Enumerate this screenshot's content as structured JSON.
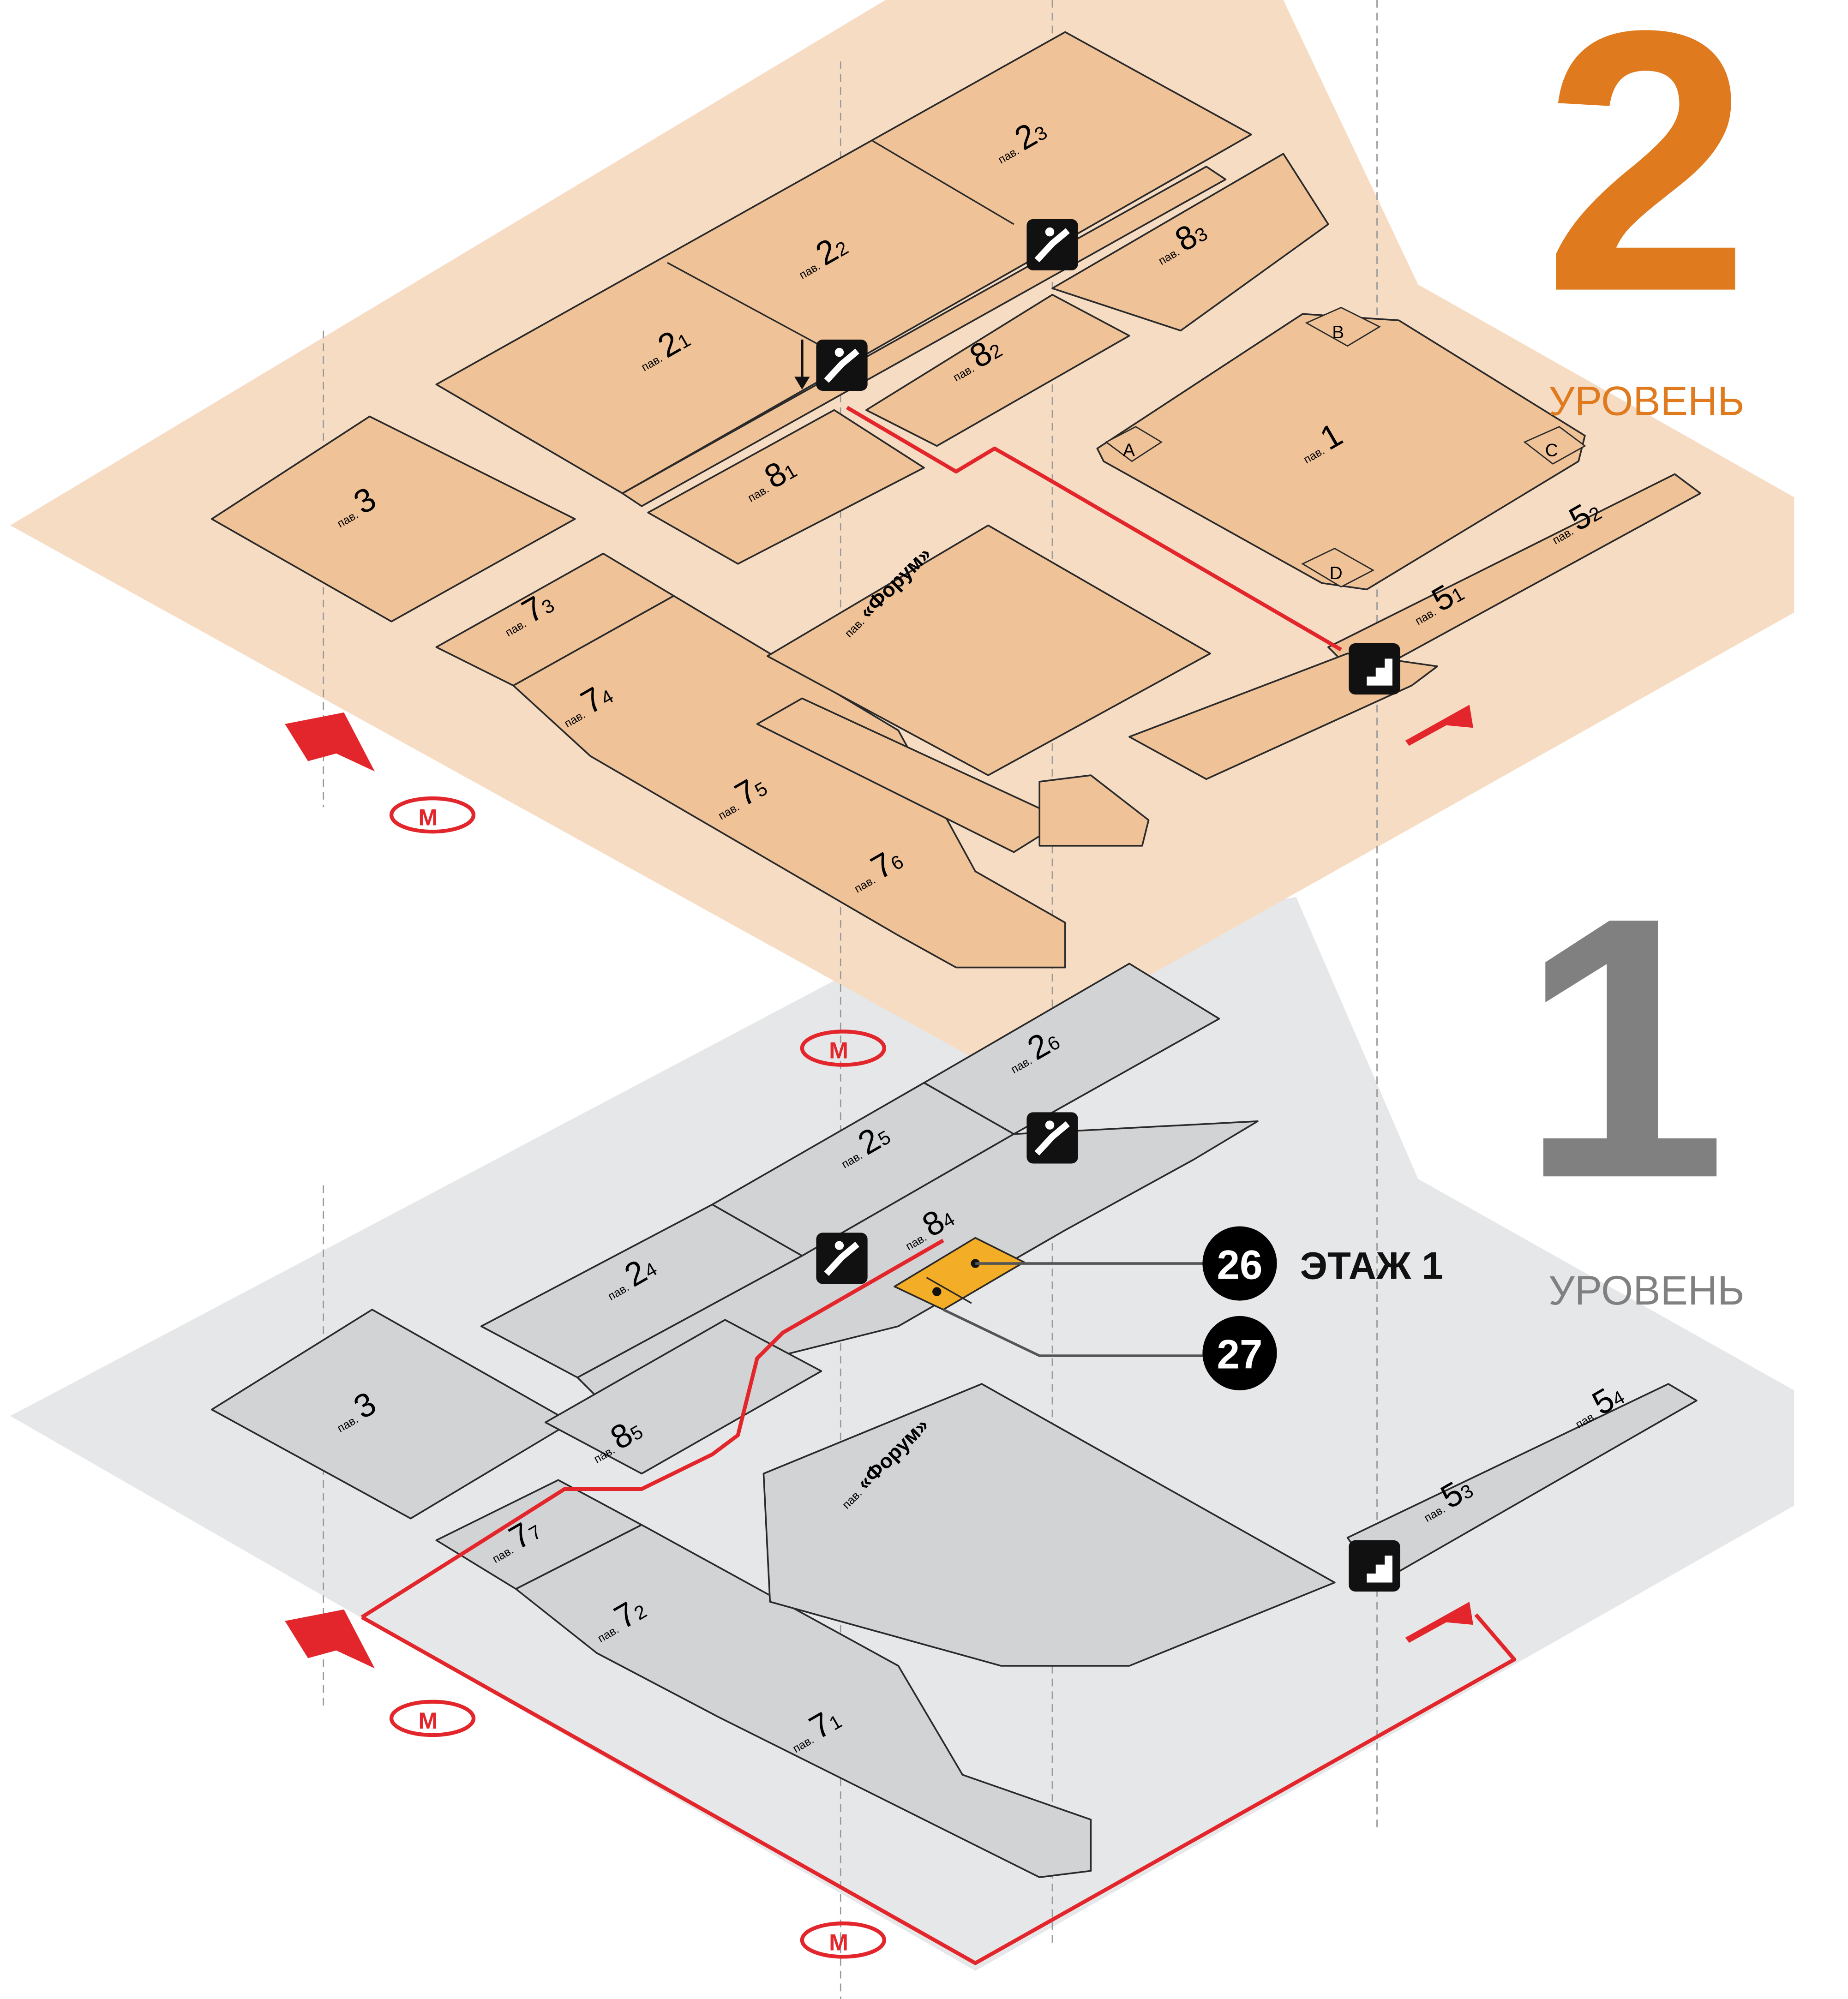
{
  "levels": {
    "level2": {
      "number": "2",
      "label": "УРОВЕНЬ",
      "color": "#e07a1f"
    },
    "level1": {
      "number": "1",
      "label": "УРОВЕНЬ",
      "color": "#808080"
    }
  },
  "pav_prefix": "пав.",
  "level2_pavilions": [
    {
      "num": "2",
      "sub": "3"
    },
    {
      "num": "2",
      "sub": "2"
    },
    {
      "num": "2",
      "sub": "1"
    },
    {
      "num": "8",
      "sub": "3"
    },
    {
      "num": "8",
      "sub": "2"
    },
    {
      "num": "8",
      "sub": "1"
    },
    {
      "num": "3",
      "sub": ""
    },
    {
      "num": "1",
      "sub": ""
    },
    {
      "num": "5",
      "sub": "1"
    },
    {
      "num": "5",
      "sub": "2"
    },
    {
      "num": "7",
      "sub": "3"
    },
    {
      "num": "7",
      "sub": "4"
    },
    {
      "num": "7",
      "sub": "5"
    },
    {
      "num": "7",
      "sub": "6"
    },
    {
      "num": "«Форум»",
      "sub": ""
    }
  ],
  "level2_corners": [
    "A",
    "B",
    "C",
    "D"
  ],
  "level1_pavilions": [
    {
      "num": "2",
      "sub": "6"
    },
    {
      "num": "2",
      "sub": "5"
    },
    {
      "num": "2",
      "sub": "4"
    },
    {
      "num": "8",
      "sub": "4"
    },
    {
      "num": "8",
      "sub": "5"
    },
    {
      "num": "3",
      "sub": ""
    },
    {
      "num": "7",
      "sub": "7"
    },
    {
      "num": "7",
      "sub": "2"
    },
    {
      "num": "7",
      "sub": "1"
    },
    {
      "num": "5",
      "sub": "3"
    },
    {
      "num": "5",
      "sub": "4"
    },
    {
      "num": "«Форум»",
      "sub": ""
    }
  ],
  "callouts": [
    {
      "number": "26",
      "label": "ЭТАЖ 1"
    },
    {
      "number": "27",
      "label": ""
    }
  ],
  "icons": [
    "escalator-icon",
    "stairs-icon",
    "entrance-arrow-icon",
    "metro-icon"
  ],
  "colors": {
    "route": "#e3262b",
    "highlight": "#f4ad26",
    "level2_bg": "#f7dcc4",
    "level1_bg": "#e6e7e8"
  }
}
